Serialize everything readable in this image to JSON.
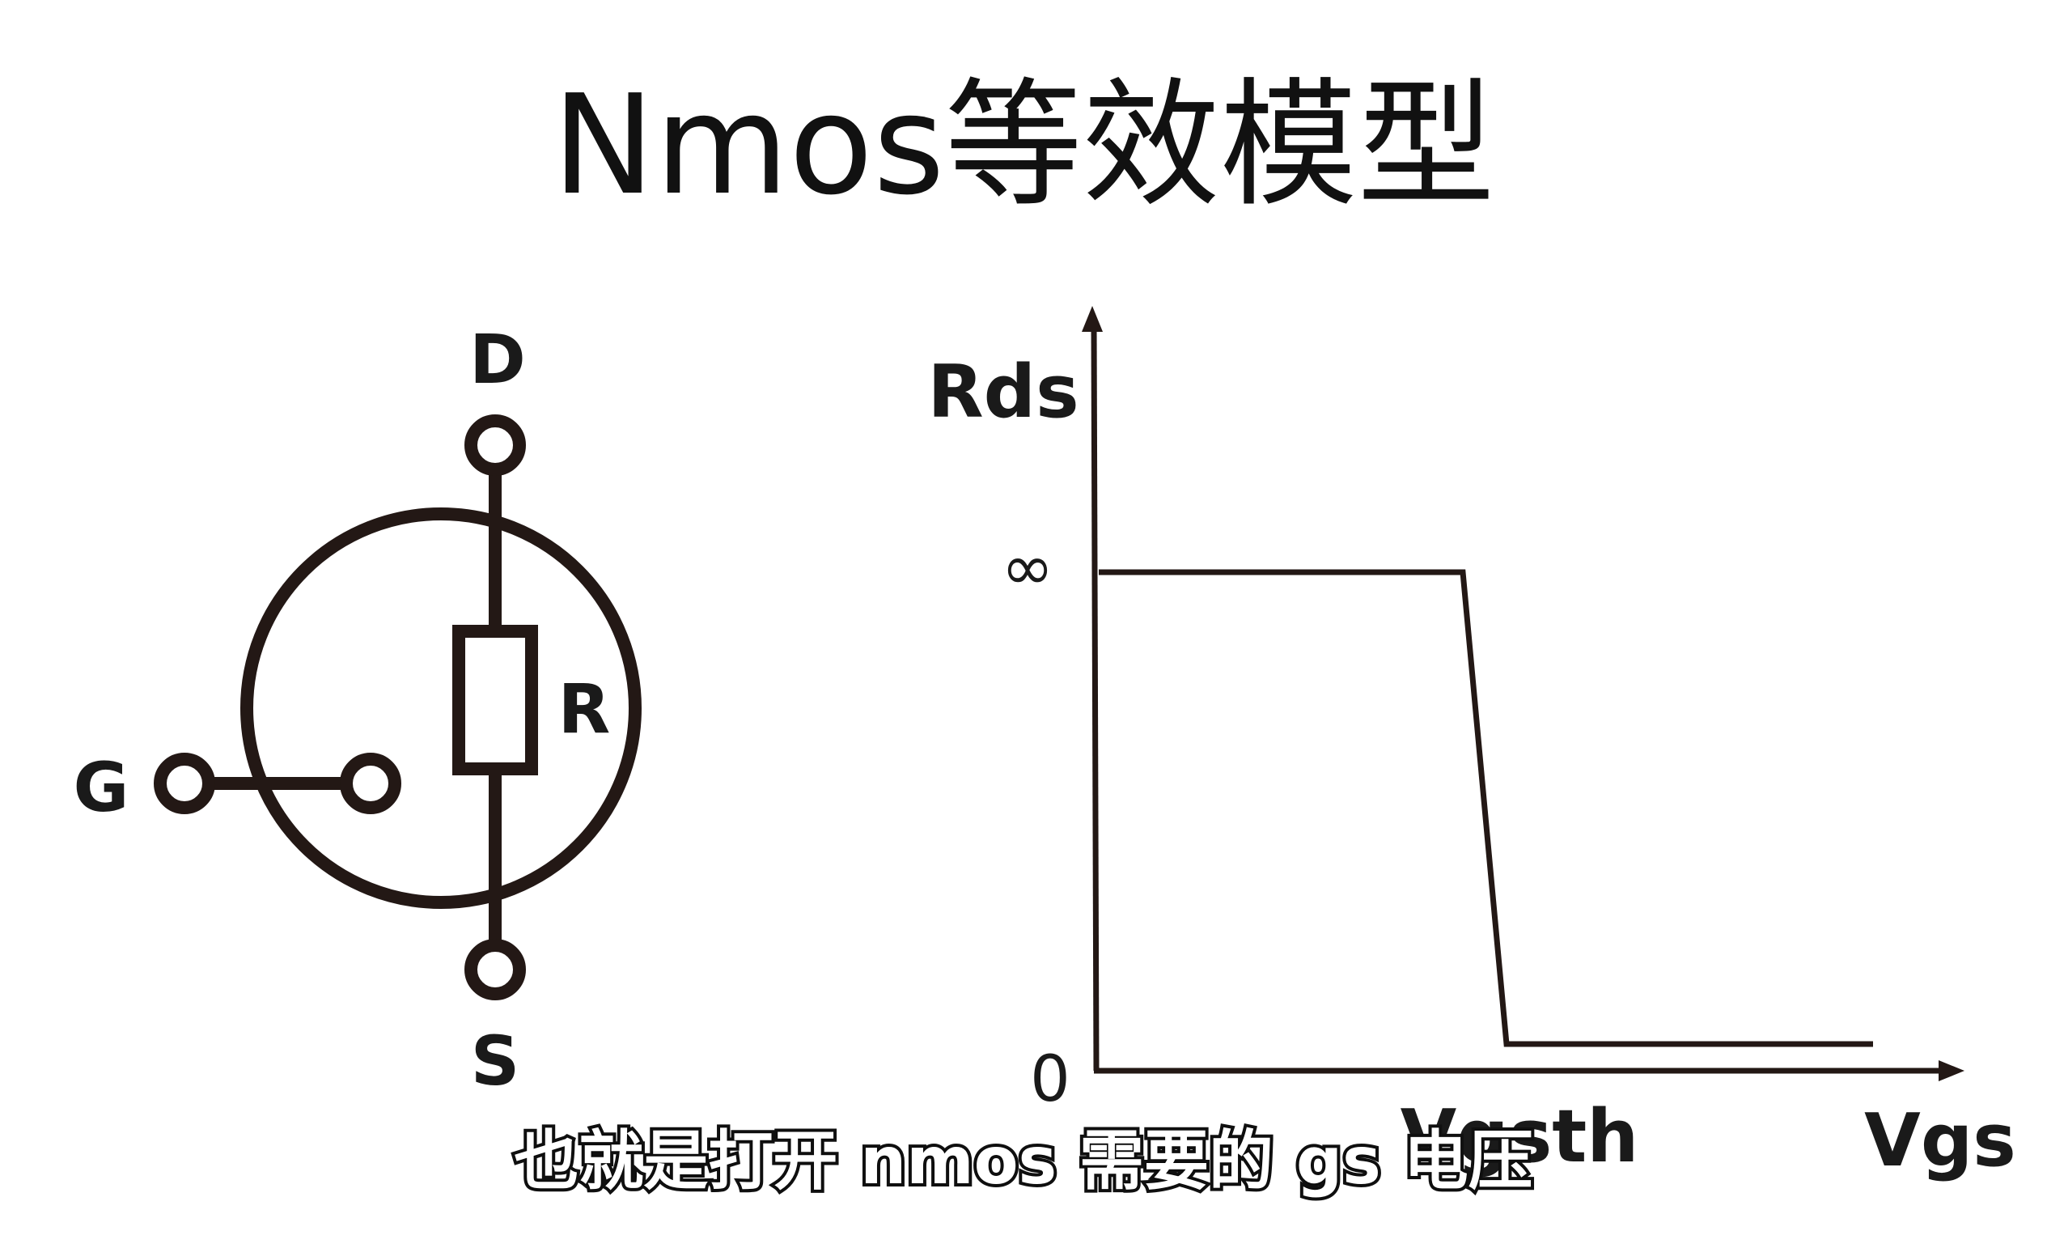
{
  "title": "Nmos等效模型",
  "symbol": {
    "drain_label": "D",
    "gate_label": "G",
    "source_label": "S",
    "resistor_label": "R"
  },
  "chart_data": {
    "type": "line",
    "ylabel": "Rds",
    "xlabel": "Vgs",
    "y_ticks": [
      "∞",
      "0"
    ],
    "x_ticks": [
      "Vgsth"
    ],
    "series": [
      {
        "points": [
          {
            "x": 0,
            "y": "∞"
          },
          {
            "x": "Vgsth",
            "y": "∞"
          },
          {
            "x": "Vgsth",
            "y": 0
          },
          {
            "x": "Vgs max",
            "y": 0
          }
        ]
      }
    ]
  },
  "subtitle": "也就是打开 nmos 需要的 gs 电压",
  "colors": {
    "stroke": "#231815",
    "background": "#ffffff"
  }
}
